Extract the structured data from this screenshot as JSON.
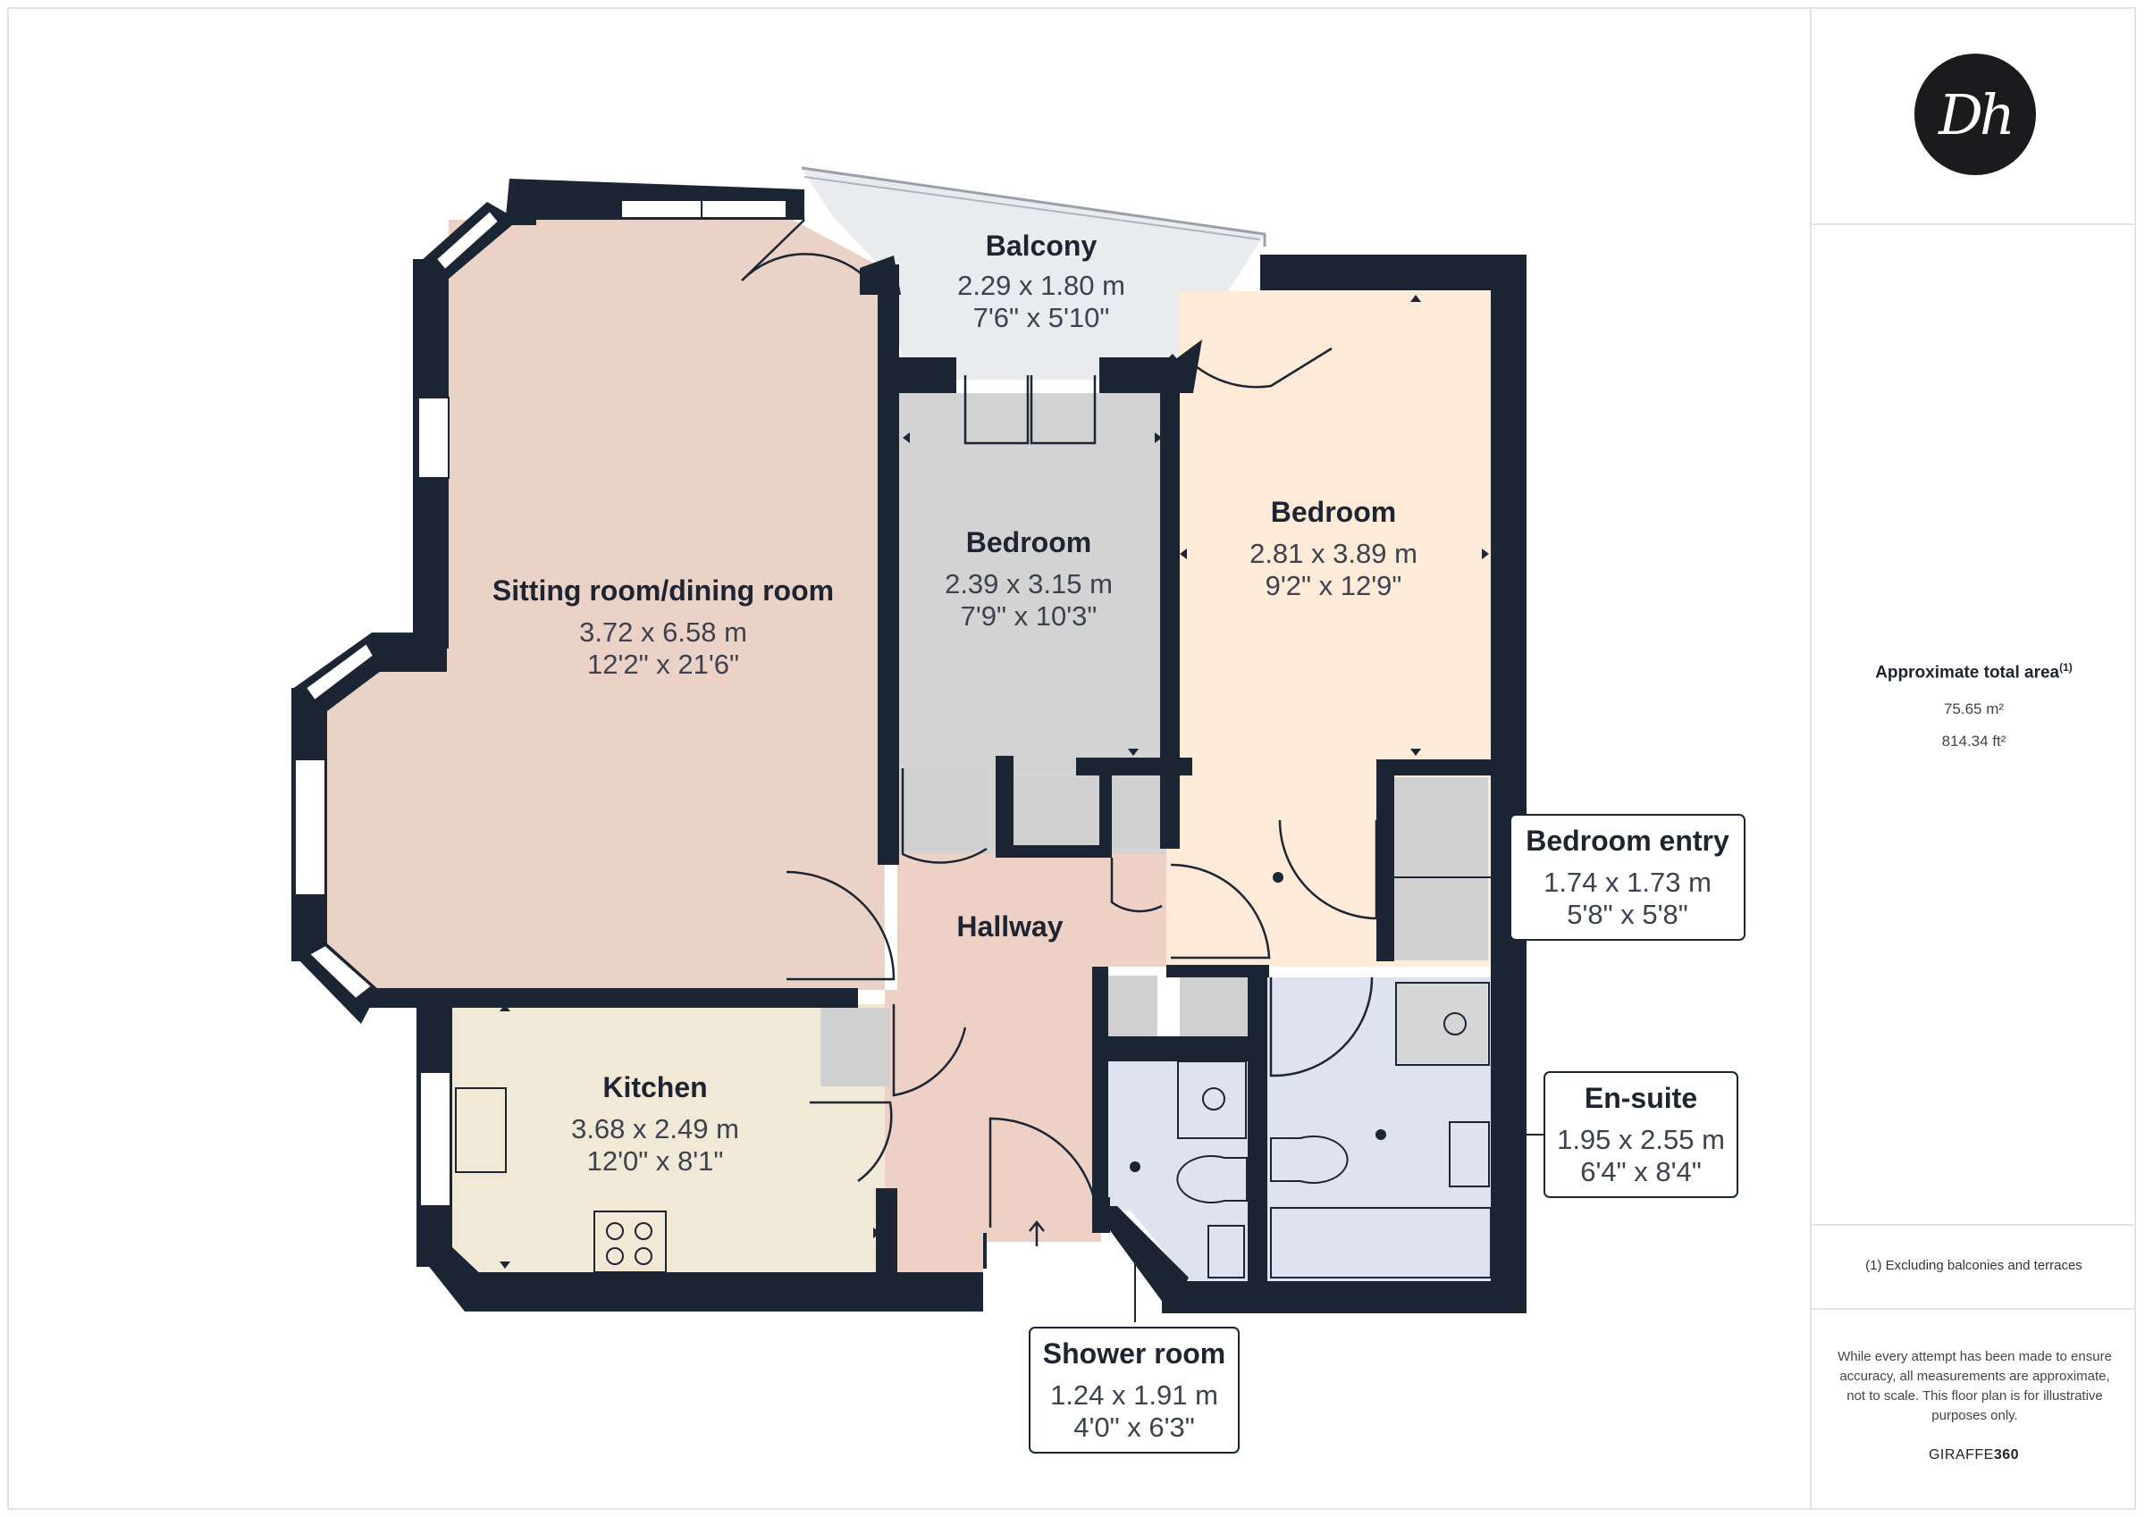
{
  "rooms": {
    "sitting": {
      "name": "Sitting room/dining room",
      "metric": "3.72 x 6.58 m",
      "imperial": "12'2\" x 21'6\""
    },
    "balcony": {
      "name": "Balcony",
      "metric": "2.29 x 1.80 m",
      "imperial": "7'6\" x 5'10\""
    },
    "bedroom1": {
      "name": "Bedroom",
      "metric": "2.39 x 3.15 m",
      "imperial": "7'9\" x 10'3\""
    },
    "bedroom2": {
      "name": "Bedroom",
      "metric": "2.81 x 3.89 m",
      "imperial": "9'2\" x 12'9\""
    },
    "bedroom_entry": {
      "name": "Bedroom entry",
      "metric": "1.74 x 1.73 m",
      "imperial": "5'8\" x 5'8\""
    },
    "hallway": {
      "name": "Hallway"
    },
    "kitchen": {
      "name": "Kitchen",
      "metric": "3.68 x 2.49 m",
      "imperial": "12'0\" x 8'1\""
    },
    "ensuite": {
      "name": "En-suite",
      "metric": "1.95 x 2.55 m",
      "imperial": "6'4\" x 8'4\""
    },
    "shower": {
      "name": "Shower room",
      "metric": "1.24 x 1.91 m",
      "imperial": "4'0\" x 6'3\""
    }
  },
  "sidebar": {
    "logo_text": "Dh",
    "area_title": "Approximate total area",
    "area_footnote_mark": "(1)",
    "area_m2": "75.65 m²",
    "area_ft2": "814.34 ft²",
    "exclusion_note": "(1) Excluding balconies and terraces",
    "disclaimer": "While every attempt has been made to ensure accuracy, all measurements are approximate, not to scale. This floor plan is for illustrative purposes only.",
    "brand_prefix": "GIRAFFE",
    "brand_suffix": "360"
  },
  "colors": {
    "wall": "#1c2533",
    "sitting": "#ead3c6",
    "hallway": "#edd1c4",
    "bedroom1": "#d3d3d3",
    "bedroom2": "#fdebd8",
    "balcony": "#e9ebee",
    "kitchen": "#f1e9d6",
    "bathroom": "#dde3ef",
    "cupboard": "#d0d0d0"
  }
}
